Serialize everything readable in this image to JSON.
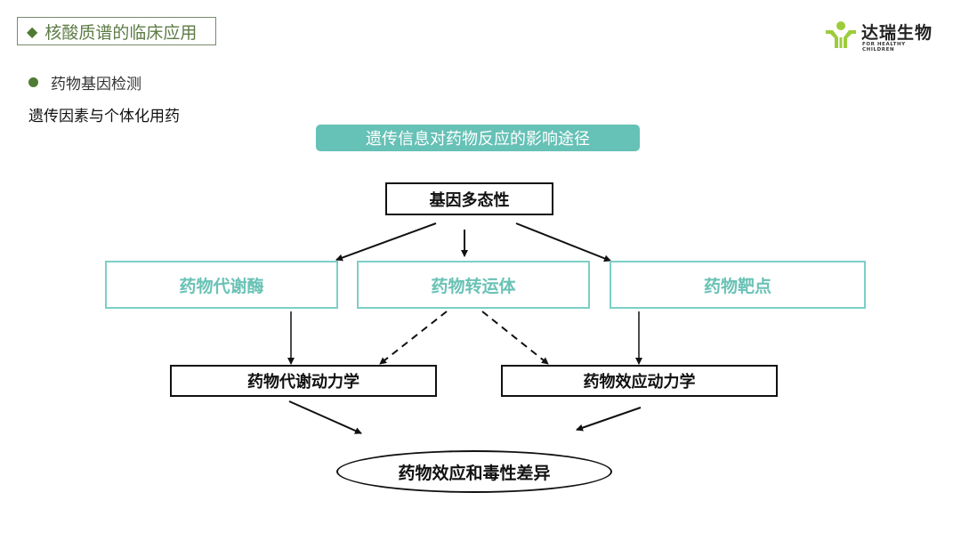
{
  "header": {
    "section_title": "核酸质谱的临床应用",
    "section_icon": "diamond-icon"
  },
  "logo": {
    "name_cn": "达瑞生物",
    "tagline": "FOR HEALTHY CHILDREN",
    "colors": {
      "figure": "#9ccc3c",
      "text": "#222222"
    }
  },
  "content": {
    "bullet": "药物基因检测",
    "subtitle": "遗传因素与个体化用药"
  },
  "diagram": {
    "banner": "遗传信息对药物反应的影响途径",
    "root": "基因多态性",
    "level2": [
      "药物代谢酶",
      "药物转运体",
      "药物靶点"
    ],
    "level3": [
      "药物代谢动力学",
      "药物效应动力学"
    ],
    "outcome": "药物效应和毒性差异",
    "colors": {
      "accent": "#66c1b6",
      "teal_border": "#7ccfc6",
      "line": "#111111"
    }
  }
}
